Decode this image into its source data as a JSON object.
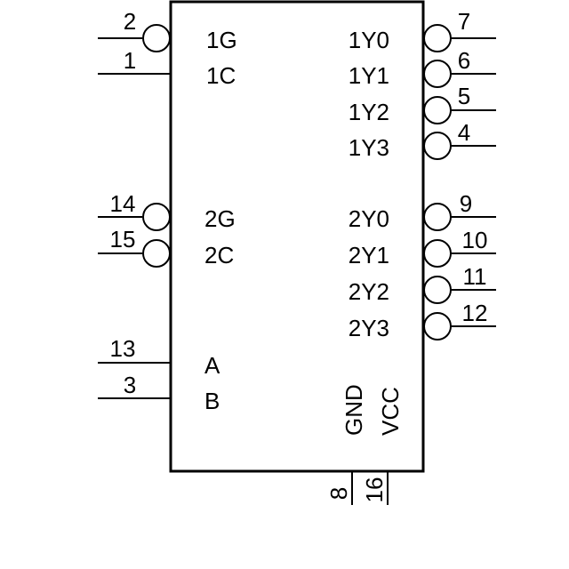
{
  "chip": {
    "left_inputs": [
      {
        "pin": "2",
        "label": "1G",
        "inverted": true
      },
      {
        "pin": "1",
        "label": "1C",
        "inverted": false
      },
      {
        "pin": "14",
        "label": "2G",
        "inverted": true
      },
      {
        "pin": "15",
        "label": "2C",
        "inverted": true
      },
      {
        "pin": "13",
        "label": "A",
        "inverted": false
      },
      {
        "pin": "3",
        "label": "B",
        "inverted": false
      }
    ],
    "right_outputs": [
      {
        "pin": "7",
        "label": "1Y0",
        "inverted": true
      },
      {
        "pin": "6",
        "label": "1Y1",
        "inverted": true
      },
      {
        "pin": "5",
        "label": "1Y2",
        "inverted": true
      },
      {
        "pin": "4",
        "label": "1Y3",
        "inverted": true
      },
      {
        "pin": "9",
        "label": "2Y0",
        "inverted": true
      },
      {
        "pin": "10",
        "label": "2Y1",
        "inverted": true
      },
      {
        "pin": "11",
        "label": "2Y2",
        "inverted": true
      },
      {
        "pin": "12",
        "label": "2Y3",
        "inverted": true
      }
    ],
    "power": [
      {
        "pin": "8",
        "label": "GND"
      },
      {
        "pin": "16",
        "label": "VCC"
      }
    ]
  },
  "colors": {
    "stroke": "#000000",
    "background": "#ffffff"
  }
}
